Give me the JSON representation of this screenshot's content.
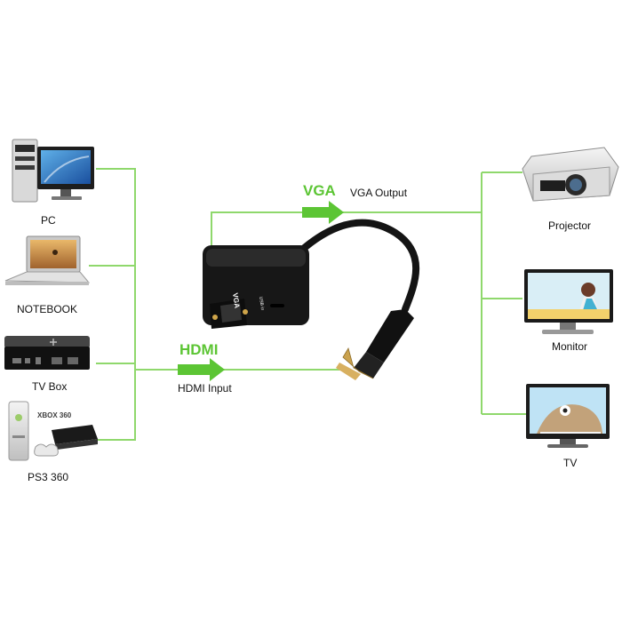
{
  "sources": [
    {
      "key": "pc",
      "label": "PC"
    },
    {
      "key": "notebook",
      "label": "NOTEBOOK"
    },
    {
      "key": "tvbox",
      "label": "TV Box"
    },
    {
      "key": "ps3",
      "label": "PS3 360"
    }
  ],
  "outputs": [
    {
      "key": "projector",
      "label": "Projector"
    },
    {
      "key": "monitor",
      "label": "Monitor"
    },
    {
      "key": "tv",
      "label": "TV"
    }
  ],
  "vga": {
    "title": "VGA",
    "caption": "VGA Output"
  },
  "hdmi": {
    "title": "HDMI",
    "caption": "HDMI Input"
  },
  "adapter": {
    "port_label": "VGA",
    "usb_label": "USB in"
  },
  "consoles": {
    "xbox_mark": "XBOX 360"
  },
  "colors": {
    "connector": "#8fd86c",
    "accent_text": "#5cc534",
    "arrow": "#5cc534",
    "device_body": "#1b1b1b"
  }
}
